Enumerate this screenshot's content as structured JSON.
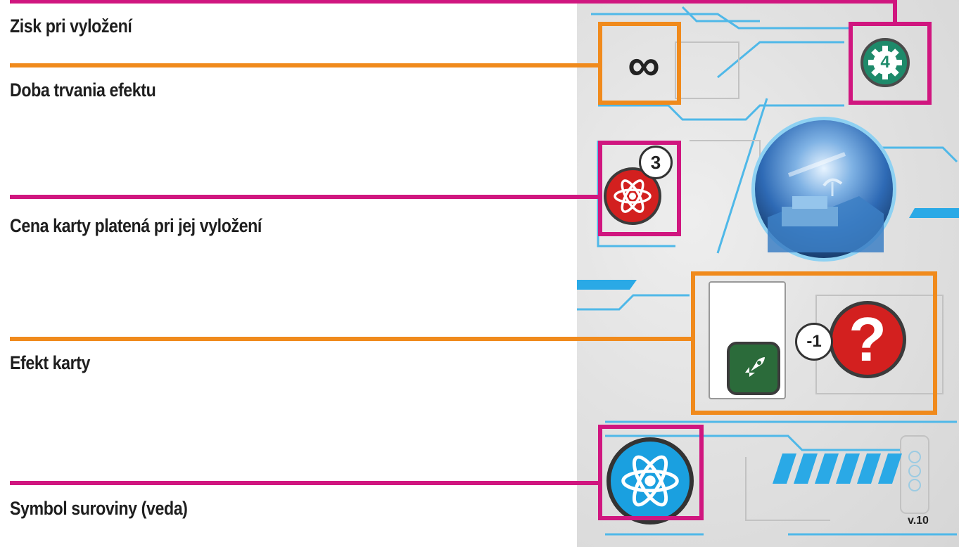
{
  "labels": {
    "gain": "Zisk pri vyložení",
    "duration": "Doba trvania efektu",
    "cost": "Cena karty platená pri jej vyložení",
    "effect": "Efekt karty",
    "resource": "Symbol suroviny (veda)"
  },
  "card": {
    "gain_value": "4",
    "duration_symbol": "∞",
    "cost_value": "3",
    "effect_modifier": "-1",
    "effect_symbol": "?",
    "version": "v.10"
  },
  "icons": {
    "gain": "green-gear-icon",
    "cost": "red-atom-icon",
    "effect_card": "rocket-icon",
    "effect_target": "question-icon",
    "resource": "blue-atom-icon"
  },
  "colors": {
    "pink": "#d0167f",
    "orange": "#f08a1c",
    "science_blue": "#1aa0e0",
    "cost_red": "#d3201f",
    "gear_green": "#1e8a6a",
    "rocket_green": "#2b6b3a"
  }
}
